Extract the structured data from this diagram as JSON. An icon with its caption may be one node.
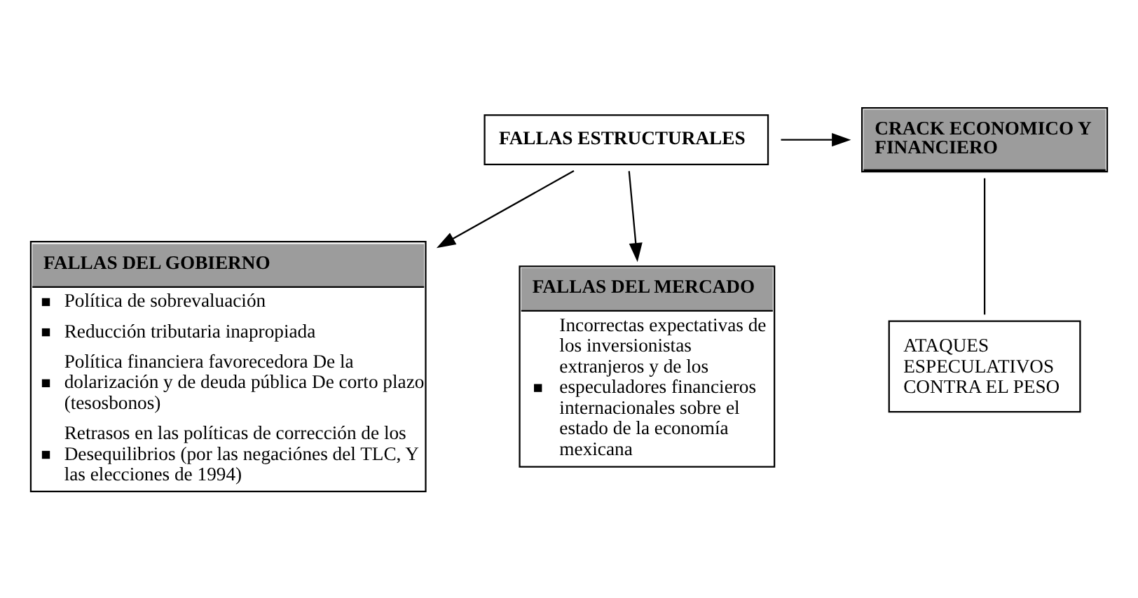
{
  "diagram": {
    "nodes": [
      {
        "text": [
          "FALLAS ESTRUCTURALES"
        ]
      },
      {
        "text": [
          "CRACK ECONOMICO Y FINANCIERO"
        ]
      },
      {
        "text": [
          "ATAQUES ESPECULATIVOS CONTRA EL PESO"
        ]
      },
      {
        "text": [
          "FALLAS DEL GOBIERNO",
          "Política de sobrevaluación",
          "Reducción tributaria inapropiada",
          "Política financiera favorecedora De la dolarización y de deuda pública De corto plazo (tesosbonos)",
          "Retrasos en las políticas de corrección de los Desequilibrios (por las negaciónes del TLC, Y las elecciones de 1994)"
        ]
      },
      {
        "text": [
          "FALLAS DEL MERCADO",
          "Incorrectas expectativas de los inversionistas extranjeros y de los especuladores financieros internacionales sobre el estado de la economía mexicana"
        ]
      }
    ],
    "edges": [
      {
        "from": 0,
        "to": 1,
        "arrow": "to"
      },
      {
        "from": 1,
        "to": 2,
        "arrow": "none"
      },
      {
        "from": 0,
        "to": 3,
        "arrow": "to"
      },
      {
        "from": 0,
        "to": 4,
        "arrow": "to"
      }
    ]
  }
}
